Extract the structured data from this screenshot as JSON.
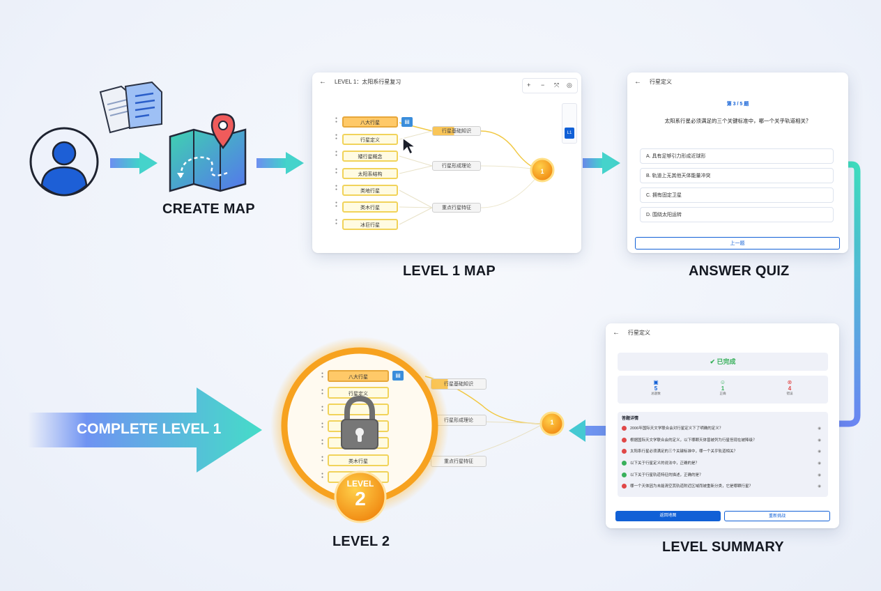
{
  "steps": {
    "create_map": "CREATE MAP",
    "level1_map": "LEVEL 1 MAP",
    "answer_quiz": "ANSWER QUIZ",
    "level_summary": "LEVEL SUMMARY",
    "level2": "LEVEL 2",
    "complete_level1": "COMPLETE LEVEL 1"
  },
  "map_card": {
    "title": "LEVEL 1：太阳系行星复习",
    "toolbar": [
      "+",
      "−",
      "⤧",
      "◎"
    ],
    "level_chip": "L1",
    "left_nodes": [
      "八大行星",
      "行星定义",
      "矮行星概念",
      "太阳系结构",
      "类地行星",
      "类木行星",
      "冰巨行星"
    ],
    "mid_nodes": [
      "行星基础知识",
      "行星形成理论",
      "重点行星特征"
    ],
    "level_badge": "1"
  },
  "quiz_card": {
    "title": "行星定义",
    "progress": "第 3 / 5 题",
    "question": "太阳系行星必须满足的三个关键标准中，哪一个关乎轨道相关？",
    "options": [
      "A. 具有足够引力形成近球形",
      "B. 轨道上无其他天体能量冲突",
      "C. 拥有固定卫星",
      "D. 围绕太阳运转"
    ],
    "prev_button": "上一题"
  },
  "summary_card": {
    "title": "行星定义",
    "status": "已完成",
    "stats": [
      {
        "value": "5",
        "label": "总题数"
      },
      {
        "value": "1",
        "label": "正确"
      },
      {
        "value": "4",
        "label": "错误"
      }
    ],
    "results_title": "答题详情",
    "results": [
      {
        "text": "2006年国际天文学联合会对行星定义下了明确的定义？",
        "correct": false
      },
      {
        "text": "根据国际天文学联合会的定义，以下哪颗天体曾被列为行星但现在被降级？",
        "correct": false
      },
      {
        "text": "太阳系行星必须满足的三个关键标准中，哪一个关乎轨道相关？",
        "correct": false
      },
      {
        "text": "以下关于行星定义的说法中，正确的是？",
        "correct": true
      },
      {
        "text": "以下关于行星轨道特征的描述，正确的是？",
        "correct": true
      },
      {
        "text": "哪一个天体因为未能清空其轨道附近区域而被重新分类，它是哪颗行星？",
        "correct": false
      }
    ],
    "review_button": "返回地图",
    "retry_button": "重新挑战"
  },
  "level2_badge": {
    "word": "LEVEL",
    "number": "2"
  },
  "colors": {
    "accent_blue": "#1160d6",
    "orange": "#f59a1c",
    "teal": "#2fd6c4",
    "green": "#38b05b",
    "red": "#e04848"
  }
}
